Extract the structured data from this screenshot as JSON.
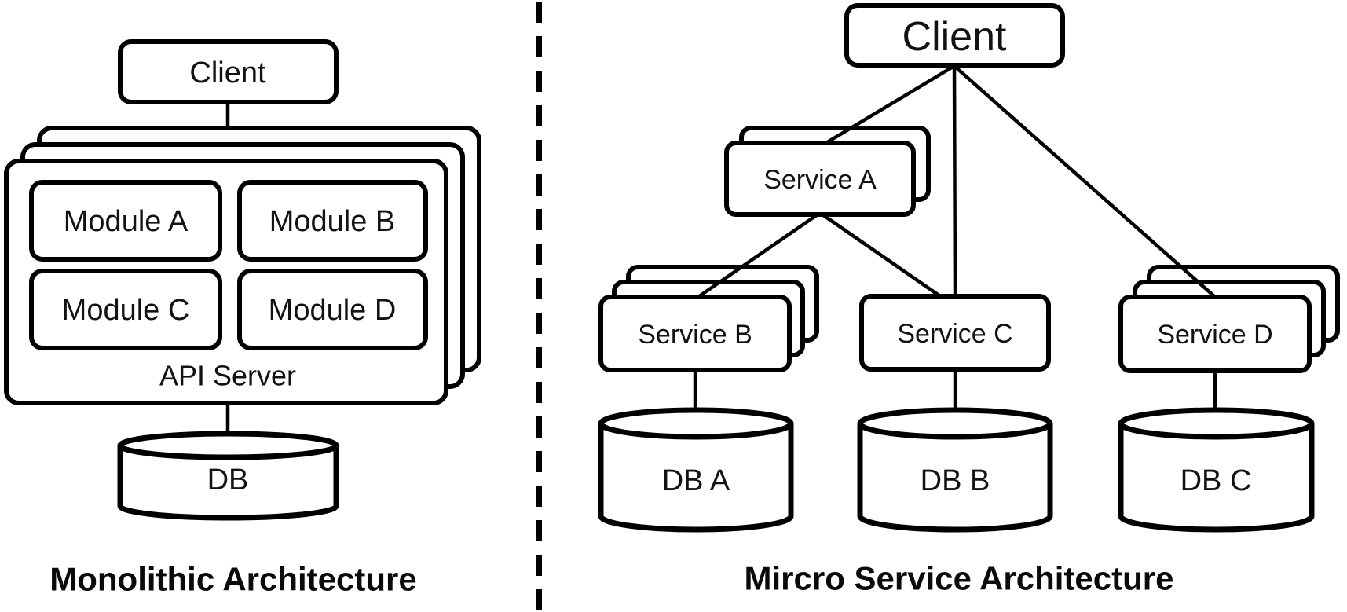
{
  "left": {
    "client": "Client",
    "modules": [
      "Module A",
      "Module B",
      "Module C",
      "Module D"
    ],
    "server_label": "API Server",
    "db": "DB",
    "title": "Monolithic Architecture"
  },
  "right": {
    "client": "Client",
    "services": [
      "Service A",
      "Service B",
      "Service C",
      "Service D"
    ],
    "dbs": [
      "DB A",
      "DB B",
      "DB C"
    ],
    "title": "Mircro Service Architecture"
  },
  "colors": {
    "stroke": "#000000",
    "fill": "#ffffff"
  }
}
